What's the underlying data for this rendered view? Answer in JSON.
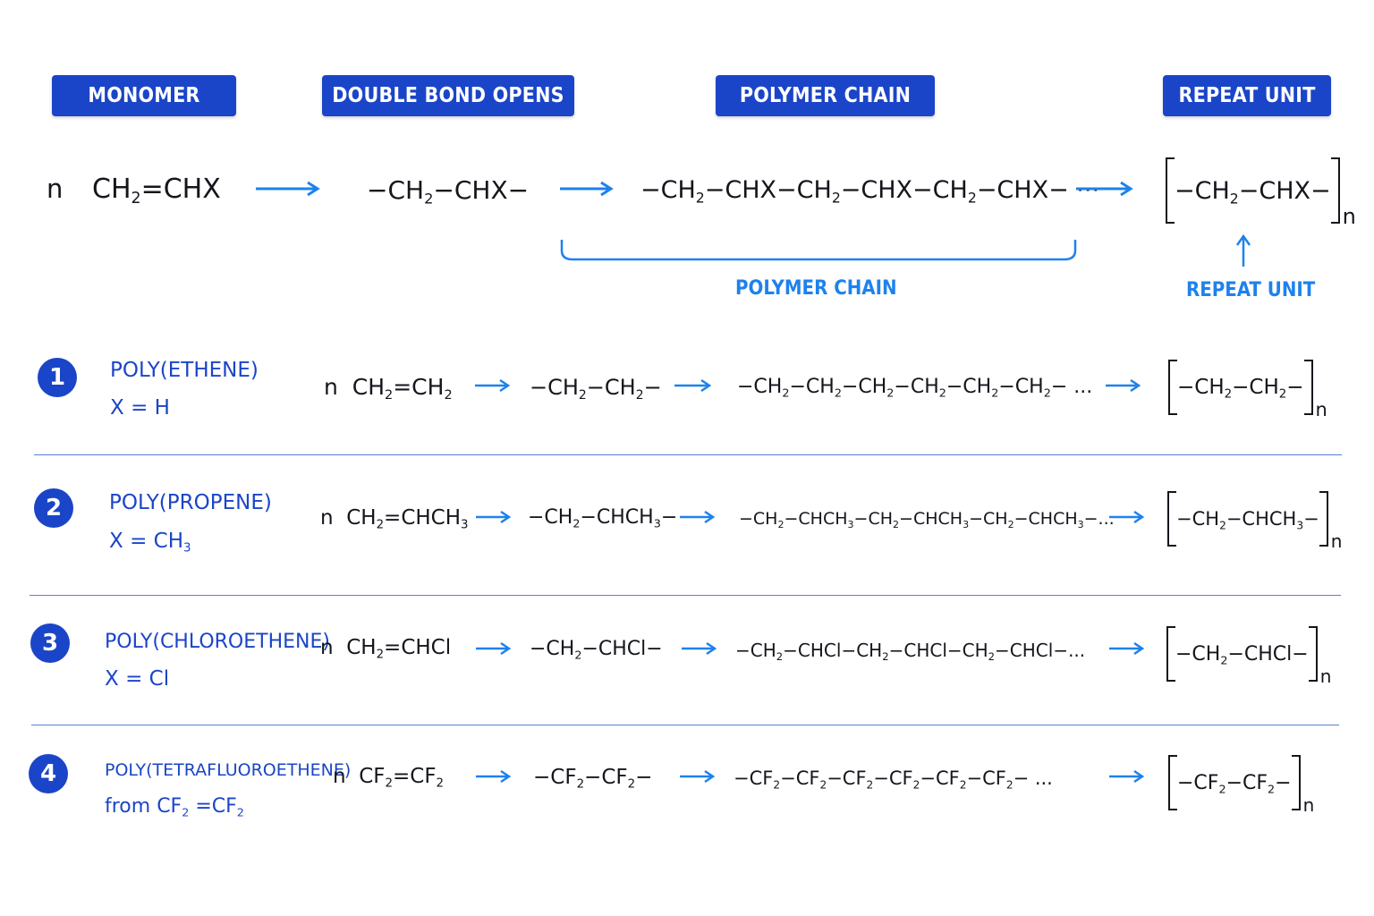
{
  "headers": {
    "monomer": "MONOMER",
    "double_bond": "DOUBLE BOND OPENS",
    "polymer_chain": "POLYMER CHAIN",
    "repeat_unit": "REPEAT UNIT"
  },
  "general": {
    "n": "n",
    "subscript_n": "n",
    "polymer_chain_label": "POLYMER CHAIN",
    "repeat_unit_label": "REPEAT UNIT"
  },
  "examples": [
    {
      "number": "1",
      "name": "POLY(ETHENE)",
      "substituent": "X = H"
    },
    {
      "number": "2",
      "name": "POLY(PROPENE)",
      "substituent": "X = CH3"
    },
    {
      "number": "3",
      "name": "POLY(CHLOROETHENE)",
      "substituent": "X = Cl"
    },
    {
      "number": "4",
      "name": "POLY(TETRAFLUOROETHENE)",
      "substituent": "from CF2 = CF2"
    }
  ],
  "colors": {
    "header_bg": "#1b45c8",
    "arrow": "#1e82ec",
    "label_blue": "#1e82ec",
    "name_blue": "#1b45c8"
  },
  "icons": [
    "right-arrow-icon",
    "up-arrow-icon",
    "brace-icon",
    "bracket-icon"
  ]
}
